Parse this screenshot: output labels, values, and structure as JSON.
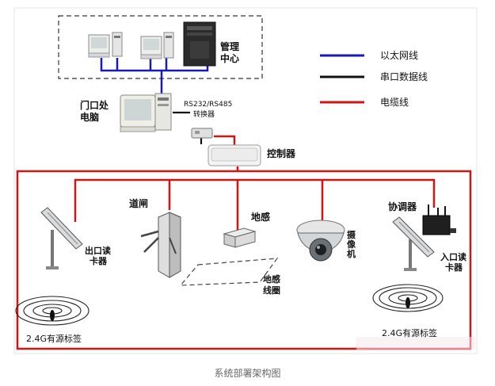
{
  "legend": {
    "ethernet": "以太网线",
    "serial": "串口数据线",
    "cable": "电缆线"
  },
  "colors": {
    "ethernet": "#1a1ab5",
    "serial": "#111111",
    "cable": "#d01515"
  },
  "labels": {
    "management_center_l1": "管理",
    "management_center_l2": "中心",
    "gate_pc_l1": "门口处",
    "gate_pc_l2": "电脑",
    "converter_l1": "RS232/RS485",
    "converter_l2": "转换器",
    "controller": "控制器",
    "barrier": "道闸",
    "ground_sensor": "地感",
    "ground_coil_l1": "地感",
    "ground_coil_l2": "线圈",
    "camera_l1": "摄",
    "camera_l2": "像",
    "camera_l3": "机",
    "coordinator": "协调器",
    "exit_reader_l1": "出口读",
    "exit_reader_l2": "卡器",
    "entry_reader_l1": "入口读",
    "entry_reader_l2": "卡器",
    "tag_left": "2.4G有源标签",
    "tag_right": "2.4G有源标签"
  },
  "caption": "系统部署架构图"
}
